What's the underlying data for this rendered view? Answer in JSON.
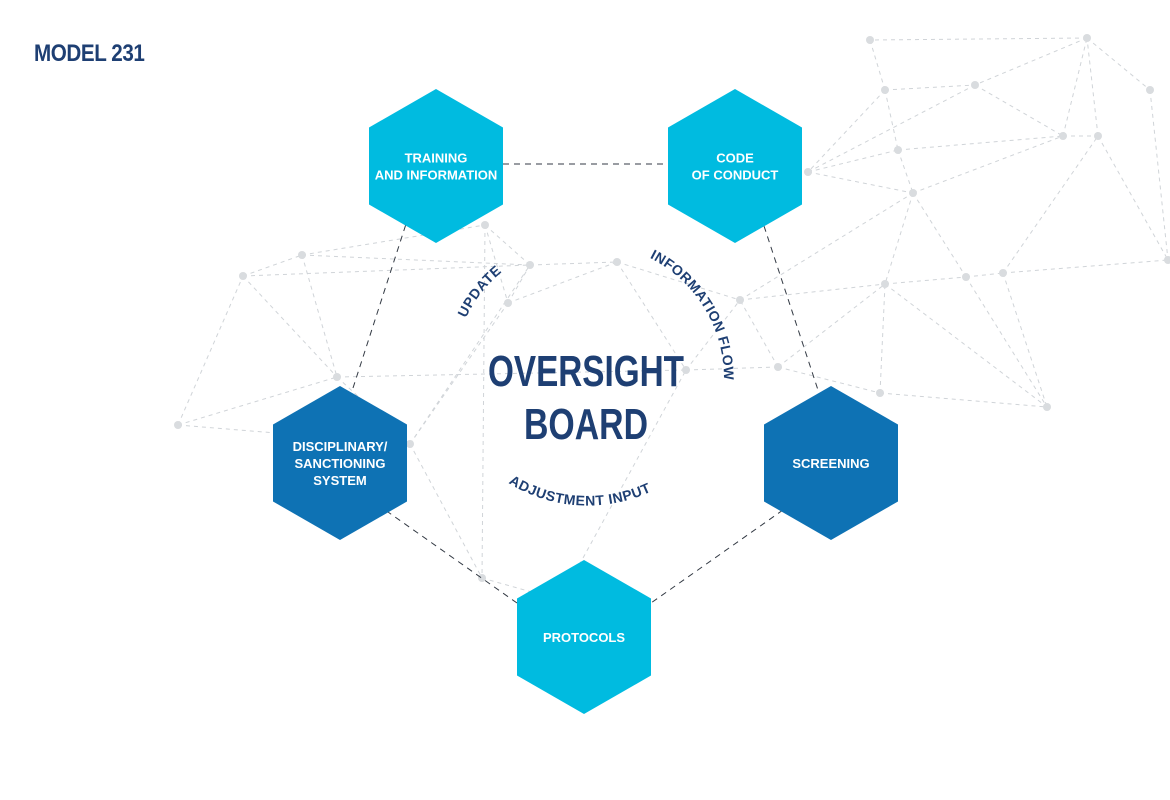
{
  "title": "MODEL 231",
  "colors": {
    "navy": "#1e3f73",
    "cyan": "#00bbe0",
    "blue": "#0e72b4",
    "network": "#d0d4d8",
    "connector": "#333a44"
  },
  "center": {
    "line1": "OVERSIGHT",
    "line2": "BOARD"
  },
  "flows": {
    "update": "UPDATE",
    "information_flow": "INFORMATION FLOW",
    "adjustment_input": "ADJUSTMENT INPUT"
  },
  "components": [
    {
      "id": "training",
      "lines": [
        "TRAINING",
        "AND INFORMATION"
      ],
      "color": "cyan"
    },
    {
      "id": "code",
      "lines": [
        "CODE",
        "OF CONDUCT"
      ],
      "color": "cyan"
    },
    {
      "id": "screening",
      "lines": [
        "SCREENING"
      ],
      "color": "blue"
    },
    {
      "id": "protocols",
      "lines": [
        "PROTOCOLS"
      ],
      "color": "cyan"
    },
    {
      "id": "disciplinary",
      "lines": [
        "DISCIPLINARY/",
        "SANCTIONING",
        "SYSTEM"
      ],
      "color": "blue"
    }
  ]
}
